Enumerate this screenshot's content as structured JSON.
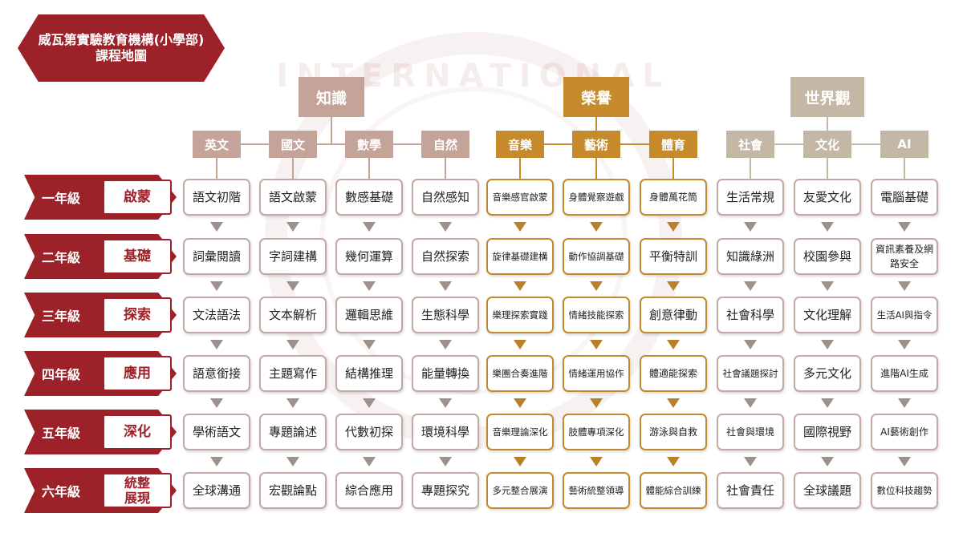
{
  "title": {
    "line1": "威瓦第實驗教育機構(小學部)",
    "line2": "課程地圖"
  },
  "watermark": "INTERNATIONAL",
  "colors": {
    "crimson": "#9c2128",
    "knowledge": "#c4a399",
    "honor": "#c48a2c",
    "world": "#c4b7a6"
  },
  "categories": [
    {
      "label": "知識",
      "subjects": [
        "英文",
        "國文",
        "數學",
        "自然"
      ]
    },
    {
      "label": "榮譽",
      "subjects": [
        "音樂",
        "藝術",
        "體育"
      ]
    },
    {
      "label": "世界觀",
      "subjects": [
        "社會",
        "文化",
        "AI"
      ]
    }
  ],
  "rows": [
    {
      "grade": "一年級",
      "stage": "啟蒙",
      "cells": [
        "語文初階",
        "語文啟蒙",
        "數感基礎",
        "自然感知",
        "音樂感官啟蒙",
        "身體覺察遊戲",
        "身體萬花筒",
        "生活常規",
        "友愛文化",
        "電腦基礎"
      ]
    },
    {
      "grade": "二年級",
      "stage": "基礎",
      "cells": [
        "詞彙閱讀",
        "字詞建構",
        "幾何運算",
        "自然探索",
        "旋律基礎建構",
        "動作協調基礎",
        "平衡特訓",
        "知識綠洲",
        "校園參與",
        "資訊素養及網路安全"
      ]
    },
    {
      "grade": "三年級",
      "stage": "探索",
      "cells": [
        "文法語法",
        "文本解析",
        "邏輯思維",
        "生態科學",
        "樂理探索實踐",
        "情緒技能探索",
        "創意律動",
        "社會科學",
        "文化理解",
        "生活AI與指令"
      ]
    },
    {
      "grade": "四年級",
      "stage": "應用",
      "cells": [
        "語意銜接",
        "主題寫作",
        "結構推理",
        "能量轉換",
        "樂團合奏進階",
        "情緒運用協作",
        "體適能探索",
        "社會議題探討",
        "多元文化",
        "進階AI生成"
      ]
    },
    {
      "grade": "五年級",
      "stage": "深化",
      "cells": [
        "學術語文",
        "專題論述",
        "代數初探",
        "環境科學",
        "音樂理論深化",
        "肢體專項深化",
        "游泳與自救",
        "社會與環境",
        "國際視野",
        "AI藝術創作"
      ]
    },
    {
      "grade": "六年級",
      "stage": "統整展現",
      "cells": [
        "全球溝通",
        "宏觀論點",
        "綜合應用",
        "專題探究",
        "多元整合展演",
        "藝術統整領導",
        "體能綜合訓練",
        "社會責任",
        "全球議題",
        "數位科技趨勢"
      ]
    }
  ]
}
